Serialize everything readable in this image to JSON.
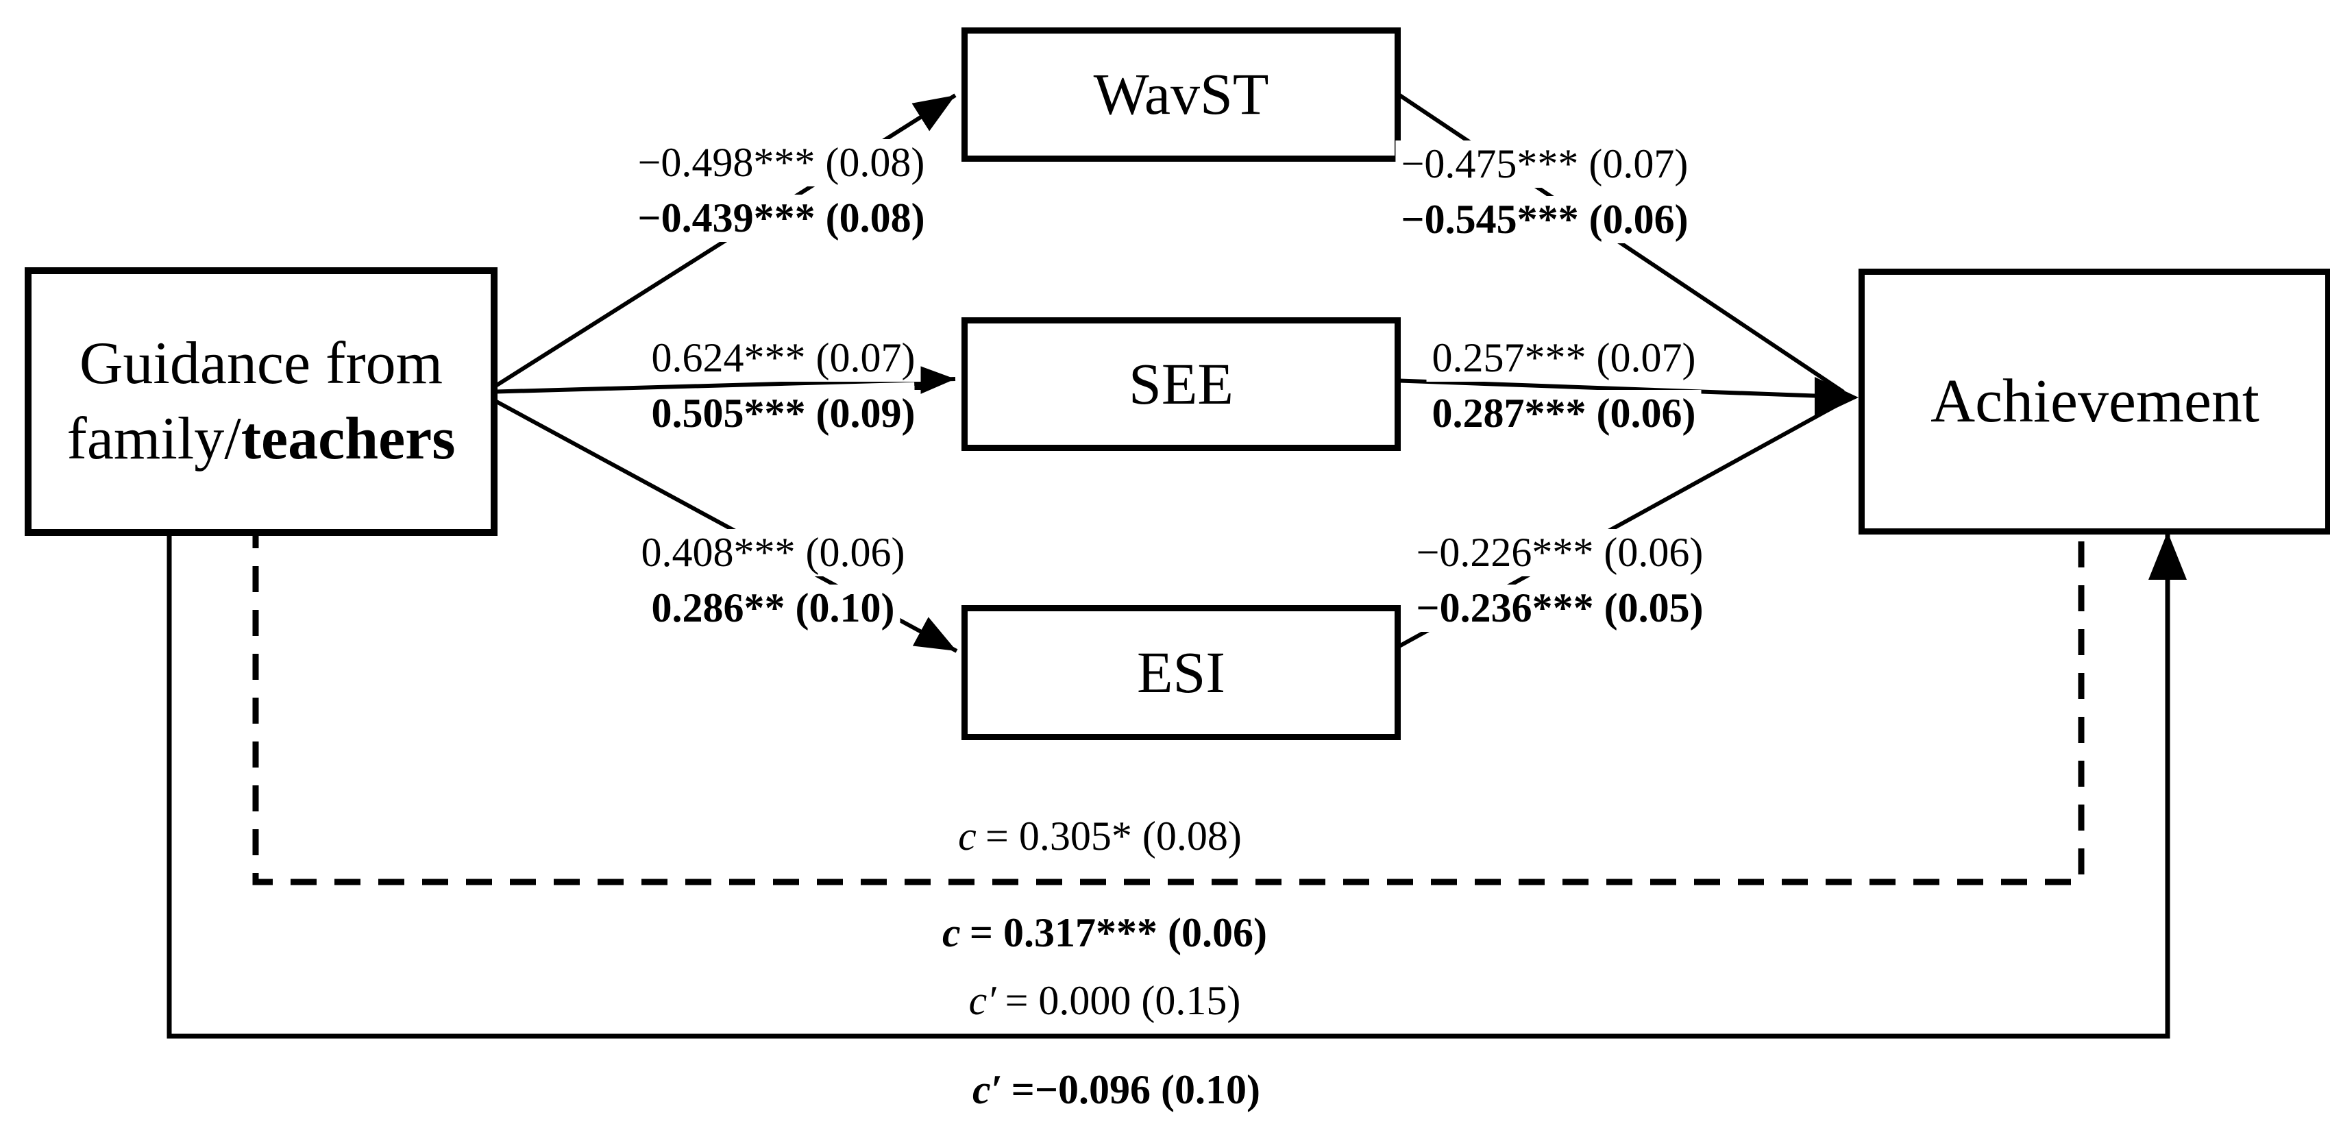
{
  "diagram_title": "Mediation path model: guidance, WavST, SEE, ESI, achievement",
  "colors": {
    "line": "#000000",
    "background": "#ffffff",
    "text": "#000000"
  },
  "boxes": {
    "guidance_line1": "Guidance from",
    "guidance_line2_normal": "family/",
    "guidance_line2_bold": "teachers",
    "wavst": "WavST",
    "see": "SEE",
    "esi": "ESI",
    "achievement": "Achievement"
  },
  "coefficients": {
    "guidance_wavst": {
      "plain": "−0.498*** (0.08)",
      "bold": "−0.439*** (0.08)"
    },
    "guidance_see": {
      "plain": "0.624*** (0.07)",
      "bold": "0.505*** (0.09)"
    },
    "guidance_esi": {
      "plain": "0.408*** (0.06)",
      "bold": "0.286** (0.10)"
    },
    "wavst_achievement": {
      "plain": "−0.475*** (0.07)",
      "bold": "−0.545*** (0.06)"
    },
    "see_achievement": {
      "plain": "0.257*** (0.07)",
      "bold": "0.287*** (0.06)"
    },
    "esi_achievement": {
      "plain": "−0.226*** (0.06)",
      "bold": "−0.236*** (0.05)"
    }
  },
  "effects": {
    "total": {
      "symbol": "c",
      "plain": "= 0.305* (0.08)",
      "bold": "= 0.317*** (0.06)"
    },
    "direct": {
      "symbol": "c′",
      "plain": "= 0.000 (0.15)",
      "bold": "=−0.096 (0.10)"
    }
  }
}
